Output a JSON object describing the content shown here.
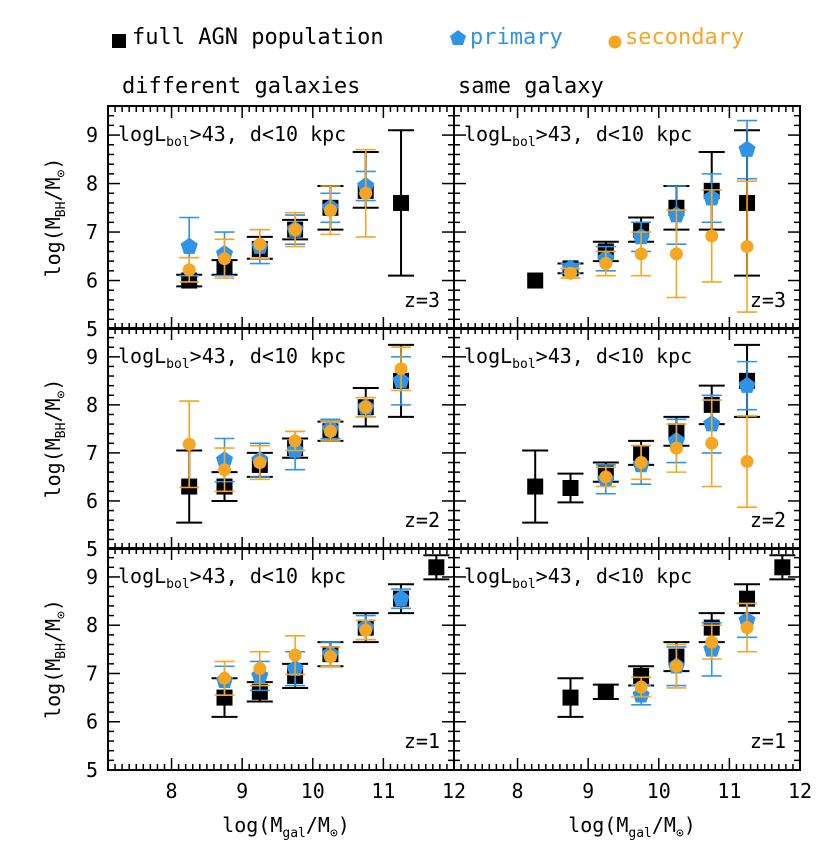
{
  "colors": {
    "full": "#000000",
    "primary": "#2f93e8",
    "secondary": "#f5a623"
  },
  "legend": [
    {
      "key": "full",
      "label": "full AGN population",
      "marker": "square"
    },
    {
      "key": "primary",
      "label": "primary",
      "marker": "pentagon"
    },
    {
      "key": "secondary",
      "label": "secondary",
      "marker": "circle"
    }
  ],
  "columns": [
    "different galaxies",
    "same galaxy"
  ],
  "annotation": {
    "main": "logL",
    "sub": "bol",
    "rest": ">43, d<10 kpc"
  },
  "xlabel": {
    "pre": "log(M",
    "sub": "gal",
    "post": "/M",
    "sun": "⊙",
    "close": ")"
  },
  "ylabel": {
    "pre": "log(M",
    "sub": "BH",
    "post": "/M",
    "sun": "⊙",
    "close": ")"
  },
  "chart_data": {
    "type": "scatter",
    "xlim": [
      7.1,
      12
    ],
    "ylim": [
      5,
      9.6
    ],
    "xticks": [
      8,
      9,
      10,
      11,
      12
    ],
    "yticks": [
      5,
      6,
      7,
      8,
      9
    ],
    "panels": [
      {
        "row": 0,
        "col": 0,
        "z": "z=3",
        "series": {
          "full": [
            [
              8.25,
              6.0,
              0.12,
              0.12
            ],
            [
              8.75,
              6.27,
              0.15,
              0.15
            ],
            [
              9.25,
              6.65,
              0.2,
              0.25
            ],
            [
              9.75,
              7.05,
              0.2,
              0.2
            ],
            [
              10.25,
              7.5,
              0.45,
              0.45
            ],
            [
              10.75,
              7.85,
              0.35,
              0.8
            ],
            [
              11.25,
              7.6,
              1.5,
              1.5
            ]
          ],
          "primary": [
            [
              8.25,
              6.7,
              0.6,
              0.6
            ],
            [
              8.75,
              6.55,
              0.45,
              0.45
            ],
            [
              9.25,
              6.7,
              0.35,
              0.35
            ],
            [
              9.75,
              7.05,
              0.3,
              0.3
            ],
            [
              10.25,
              7.5,
              0.3,
              0.3
            ],
            [
              10.75,
              7.95,
              0.3,
              0.3
            ]
          ],
          "secondary": [
            [
              8.25,
              6.22,
              0.25,
              0.25
            ],
            [
              8.75,
              6.45,
              0.4,
              0.4
            ],
            [
              9.25,
              6.75,
              0.3,
              0.3
            ],
            [
              9.75,
              7.05,
              0.35,
              0.35
            ],
            [
              10.25,
              7.45,
              0.5,
              0.5
            ],
            [
              10.75,
              7.8,
              0.9,
              0.9
            ]
          ]
        }
      },
      {
        "row": 0,
        "col": 1,
        "z": "z=3",
        "series": {
          "full": [
            [
              8.25,
              6.0,
              0.0,
              0.0
            ],
            [
              8.75,
              6.25,
              0.1,
              0.1
            ],
            [
              9.25,
              6.6,
              0.2,
              0.2
            ],
            [
              9.75,
              7.05,
              0.25,
              0.25
            ],
            [
              10.25,
              7.5,
              0.45,
              0.45
            ],
            [
              10.75,
              7.85,
              0.8,
              0.8
            ],
            [
              11.25,
              7.6,
              1.5,
              1.5
            ]
          ],
          "primary": [
            [
              8.75,
              6.25,
              0.1,
              0.1
            ],
            [
              9.25,
              6.45,
              0.25,
              0.25
            ],
            [
              9.75,
              6.9,
              0.3,
              0.3
            ],
            [
              10.25,
              7.35,
              0.6,
              0.6
            ],
            [
              10.75,
              7.7,
              0.5,
              0.5
            ],
            [
              11.25,
              8.7,
              0.6,
              0.6
            ]
          ],
          "secondary": [
            [
              8.75,
              6.15,
              0.1,
              0.1
            ],
            [
              9.25,
              6.35,
              0.25,
              0.25
            ],
            [
              9.75,
              6.55,
              0.45,
              0.45
            ],
            [
              10.25,
              6.55,
              0.9,
              0.9
            ],
            [
              10.75,
              6.92,
              0.95,
              0.95
            ],
            [
              11.25,
              6.7,
              1.35,
              1.35
            ]
          ]
        }
      },
      {
        "row": 1,
        "col": 0,
        "z": "z=2",
        "series": {
          "full": [
            [
              8.25,
              6.3,
              0.75,
              0.75
            ],
            [
              8.75,
              6.3,
              0.3,
              0.3
            ],
            [
              9.25,
              6.75,
              0.25,
              0.25
            ],
            [
              9.75,
              7.1,
              0.2,
              0.2
            ],
            [
              10.25,
              7.45,
              0.2,
              0.2
            ],
            [
              10.75,
              7.95,
              0.4,
              0.4
            ],
            [
              11.25,
              8.5,
              0.75,
              0.75
            ]
          ],
          "primary": [
            [
              8.75,
              6.85,
              0.45,
              0.45
            ],
            [
              9.25,
              6.85,
              0.35,
              0.35
            ],
            [
              9.75,
              7.05,
              0.4,
              0.4
            ],
            [
              10.25,
              7.5,
              0.2,
              0.2
            ],
            [
              10.75,
              7.95,
              0.2,
              0.2
            ],
            [
              11.25,
              8.5,
              0.5,
              0.5
            ]
          ],
          "secondary": [
            [
              8.25,
              7.18,
              0.9,
              0.9
            ],
            [
              8.75,
              6.65,
              0.45,
              0.45
            ],
            [
              9.25,
              6.8,
              0.35,
              0.35
            ],
            [
              9.75,
              7.25,
              0.2,
              0.2
            ],
            [
              10.25,
              7.45,
              0.2,
              0.2
            ],
            [
              10.75,
              7.95,
              0.2,
              0.2
            ],
            [
              11.25,
              8.75,
              0.45,
              0.45
            ]
          ]
        }
      },
      {
        "row": 1,
        "col": 1,
        "z": "z=2",
        "series": {
          "full": [
            [
              8.25,
              6.3,
              0.75,
              0.75
            ],
            [
              8.75,
              6.27,
              0.3,
              0.3
            ],
            [
              9.25,
              6.6,
              0.2,
              0.2
            ],
            [
              9.75,
              7.0,
              0.25,
              0.25
            ],
            [
              10.25,
              7.45,
              0.3,
              0.3
            ],
            [
              10.75,
              8.0,
              0.4,
              0.4
            ],
            [
              11.25,
              8.5,
              0.75,
              0.75
            ]
          ],
          "primary": [
            [
              9.25,
              6.45,
              0.3,
              0.3
            ],
            [
              9.75,
              6.75,
              0.4,
              0.4
            ],
            [
              10.25,
              7.25,
              0.45,
              0.45
            ],
            [
              10.75,
              7.6,
              0.6,
              0.6
            ],
            [
              11.25,
              8.4,
              0.5,
              0.5
            ]
          ],
          "secondary": [
            [
              9.25,
              6.5,
              0.2,
              0.2
            ],
            [
              9.75,
              6.8,
              0.35,
              0.35
            ],
            [
              10.25,
              7.1,
              0.5,
              0.5
            ],
            [
              10.75,
              7.2,
              0.9,
              0.9
            ],
            [
              11.25,
              6.82,
              0.95,
              0.95
            ]
          ]
        }
      },
      {
        "row": 2,
        "col": 0,
        "z": "z=1",
        "series": {
          "full": [
            [
              8.75,
              6.5,
              0.4,
              0.4
            ],
            [
              9.25,
              6.62,
              0.2,
              0.2
            ],
            [
              9.75,
              6.95,
              0.25,
              0.25
            ],
            [
              10.25,
              7.4,
              0.25,
              0.25
            ],
            [
              10.75,
              7.95,
              0.3,
              0.3
            ],
            [
              11.25,
              8.55,
              0.3,
              0.3
            ],
            [
              11.75,
              9.2,
              0.25,
              0.25
            ]
          ],
          "primary": [
            [
              8.75,
              6.85,
              0.3,
              0.3
            ],
            [
              9.25,
              6.95,
              0.3,
              0.3
            ],
            [
              9.75,
              7.1,
              0.35,
              0.35
            ],
            [
              10.25,
              7.4,
              0.25,
              0.25
            ],
            [
              10.75,
              7.95,
              0.25,
              0.25
            ],
            [
              11.25,
              8.55,
              0.2,
              0.2
            ]
          ],
          "secondary": [
            [
              8.75,
              6.9,
              0.35,
              0.35
            ],
            [
              9.25,
              7.1,
              0.35,
              0.35
            ],
            [
              9.75,
              7.38,
              0.4,
              0.4
            ],
            [
              10.25,
              7.35,
              0.2,
              0.2
            ],
            [
              10.75,
              7.9,
              0.2,
              0.2
            ]
          ]
        }
      },
      {
        "row": 2,
        "col": 1,
        "z": "z=1",
        "series": {
          "full": [
            [
              8.75,
              6.5,
              0.4,
              0.4
            ],
            [
              9.25,
              6.62,
              0.15,
              0.15
            ],
            [
              9.75,
              6.95,
              0.2,
              0.2
            ],
            [
              10.25,
              7.35,
              0.3,
              0.3
            ],
            [
              10.75,
              7.95,
              0.3,
              0.3
            ],
            [
              11.25,
              8.55,
              0.3,
              0.3
            ],
            [
              11.75,
              9.2,
              0.25,
              0.25
            ]
          ],
          "primary": [
            [
              9.75,
              6.55,
              0.2,
              0.2
            ],
            [
              10.25,
              7.15,
              0.4,
              0.4
            ],
            [
              10.75,
              7.5,
              0.55,
              0.55
            ],
            [
              11.25,
              8.1,
              0.35,
              0.35
            ]
          ],
          "secondary": [
            [
              9.75,
              6.72,
              0.2,
              0.2
            ],
            [
              10.25,
              7.15,
              0.45,
              0.45
            ],
            [
              10.75,
              7.65,
              0.35,
              0.35
            ],
            [
              11.25,
              7.95,
              0.5,
              0.5
            ]
          ]
        }
      }
    ]
  }
}
